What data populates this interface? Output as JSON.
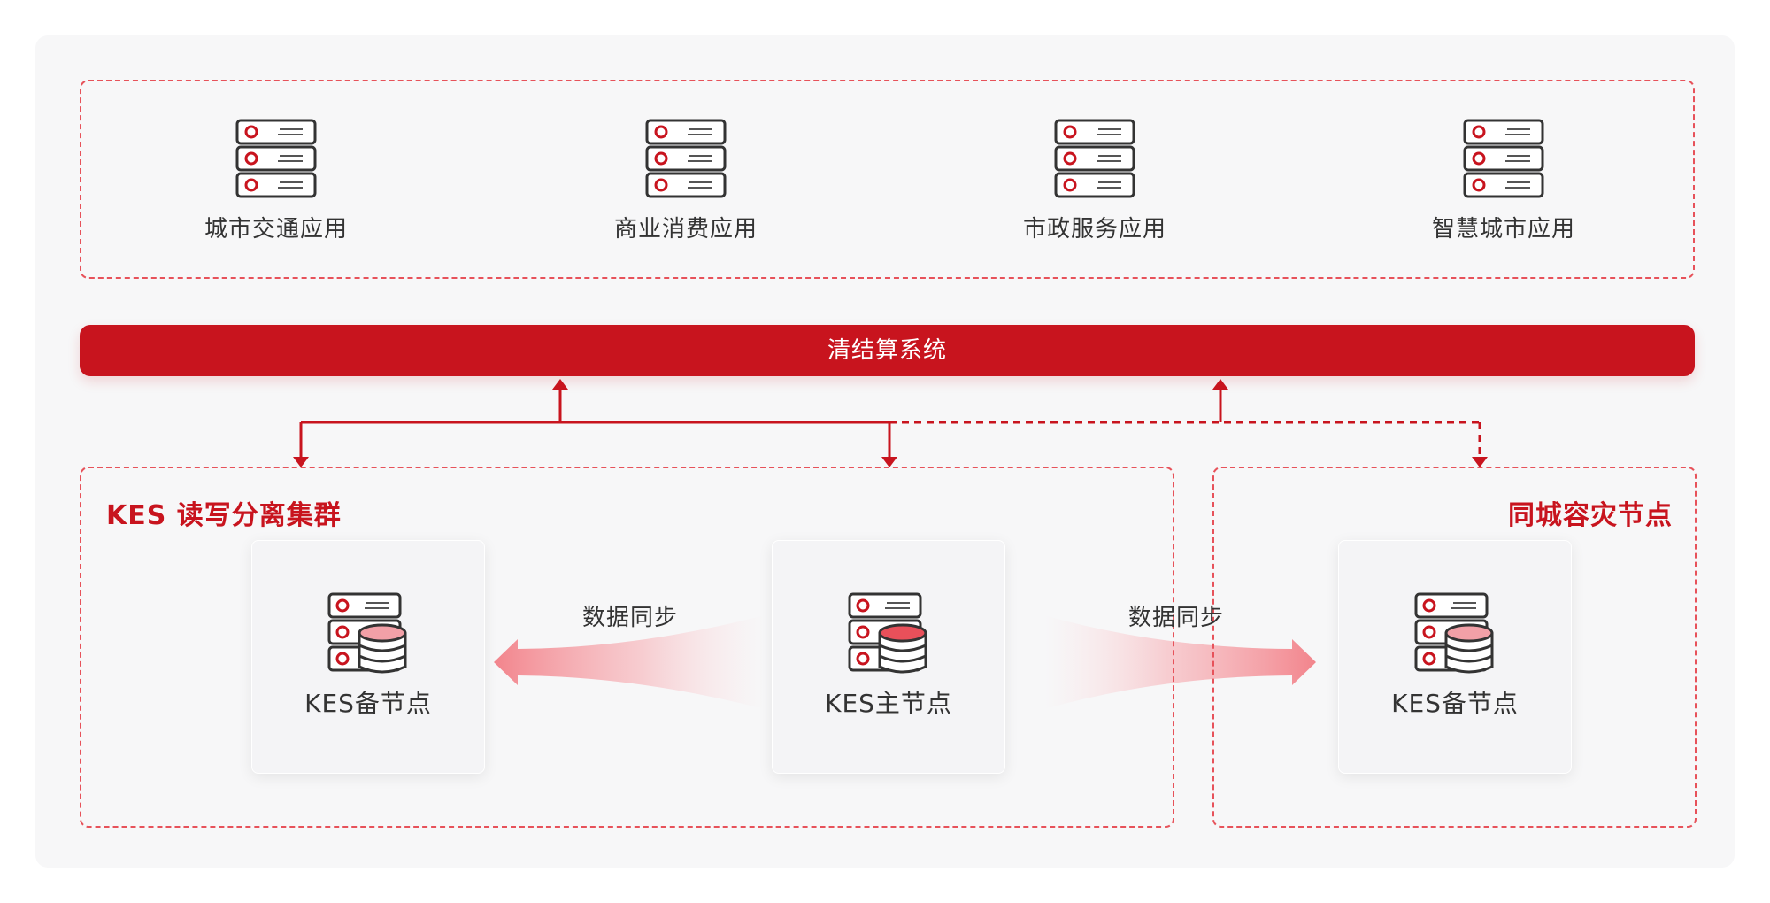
{
  "apps": [
    {
      "label": "城市交通应用"
    },
    {
      "label": "商业消费应用"
    },
    {
      "label": "市政服务应用"
    },
    {
      "label": "智慧城市应用"
    }
  ],
  "clearing_system": {
    "label": "清结算系统"
  },
  "cluster": {
    "title": "KES 读写分离集群",
    "standby_node": {
      "label": "KES备节点"
    },
    "primary_node": {
      "label": "KES主节点"
    }
  },
  "dr": {
    "title": "同城容灾节点",
    "standby_node": {
      "label": "KES备节点"
    }
  },
  "sync": {
    "left_label": "数据同步",
    "right_label": "数据同步"
  },
  "colors": {
    "accent": "#c8141e",
    "dashed_border": "#e7525a",
    "background": "#f7f7f8"
  }
}
